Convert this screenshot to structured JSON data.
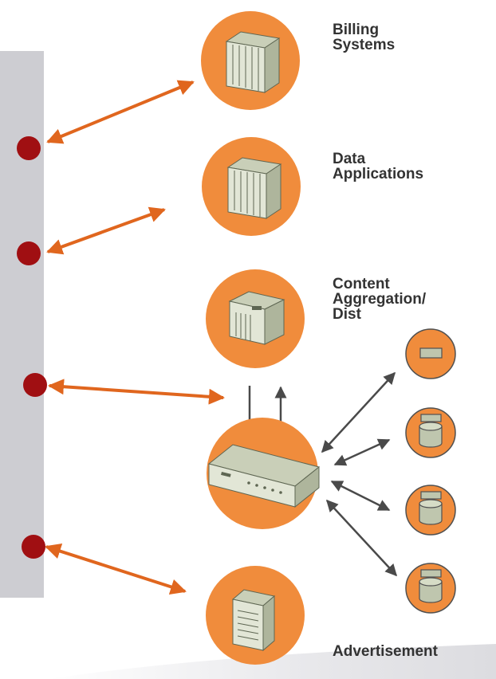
{
  "labels": {
    "billing": "Billing\nSystems",
    "data_apps": "Data\nApplications",
    "content": "Content\nAggregation/\nDist",
    "advertisement": "Advertisement"
  },
  "colors": {
    "orange": "#F08C3C",
    "orange_dark": "#D9702A",
    "arrow_orange": "#E0661E",
    "bus_gray": "#CDCDD2",
    "dot_red": "#A00F12",
    "arrow_gray": "#4A4A4A",
    "icon_light": "#E2E6D6",
    "icon_mid": "#BFC6AE",
    "icon_dark": "#5E6652"
  }
}
